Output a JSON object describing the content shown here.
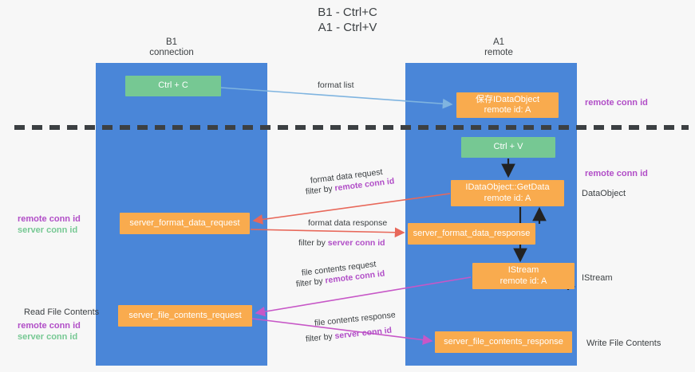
{
  "title": {
    "line1": "B1 - Ctrl+C",
    "line2": "A1 - Ctrl+V"
  },
  "columns": {
    "left": {
      "name": "B1",
      "role": "connection"
    },
    "right": {
      "name": "A1",
      "role": "remote"
    }
  },
  "nodes": {
    "ctrl_c": {
      "label": "Ctrl + C",
      "color": "#76c893"
    },
    "ctrl_v": {
      "label": "Ctrl + V",
      "color": "#76c893"
    },
    "idataobject": {
      "label": "保存IDataObject",
      "sub": "remote id: A",
      "color": "#f9ab4e"
    },
    "getdata": {
      "label": "IDataObject::GetData",
      "sub": "remote id: A",
      "color": "#f9ab4e"
    },
    "istream": {
      "label": "IStream",
      "sub": "remote id: A",
      "color": "#f9ab4e"
    },
    "server_format_data_request": {
      "label": "server_format_data_request",
      "color": "#f9ab4e"
    },
    "server_format_data_response": {
      "label": "server_format_data_response",
      "color": "#f9ab4e"
    },
    "server_file_contents_request": {
      "label": "server_file_contents_request",
      "color": "#f9ab4e"
    },
    "server_file_contents_response": {
      "label": "server_file_contents_response",
      "color": "#f9ab4e"
    }
  },
  "edges": {
    "format_list": {
      "label": "format list"
    },
    "format_data_request": {
      "label": "format data request",
      "filter_prefix": "filter by ",
      "filter_key": "remote conn id"
    },
    "format_data_response": {
      "label": "format data response",
      "filter_prefix": "filter by ",
      "filter_key": "server conn id"
    },
    "file_contents_request": {
      "label": "file contents request",
      "filter_prefix": "filter by ",
      "filter_key": "remote conn id"
    },
    "file_contents_response": {
      "label": "file contents response",
      "filter_prefix": "filter by ",
      "filter_key": "server conn id"
    }
  },
  "annotations": {
    "right_1": "remote conn id",
    "right_2": "remote conn id",
    "right_3": "DataObject",
    "right_4": "IStream",
    "right_5": "Write File Contents",
    "left_1_remote": "remote conn id",
    "left_1_server": "server conn id",
    "left_2_title": "Read File Contents",
    "left_2_remote": "remote conn id",
    "left_2_server": "server conn id"
  },
  "colors": {
    "lane": "#4a86d8",
    "green_node": "#76c893",
    "orange_node": "#f9ab4e",
    "purple_text": "#b14ec7",
    "green_text": "#76c893",
    "blue_arrow": "#7fb4e0",
    "red_arrow": "#e8685a",
    "magenta_arrow": "#c757c7",
    "dark_arrow": "#222222",
    "background": "#f7f7f7"
  }
}
